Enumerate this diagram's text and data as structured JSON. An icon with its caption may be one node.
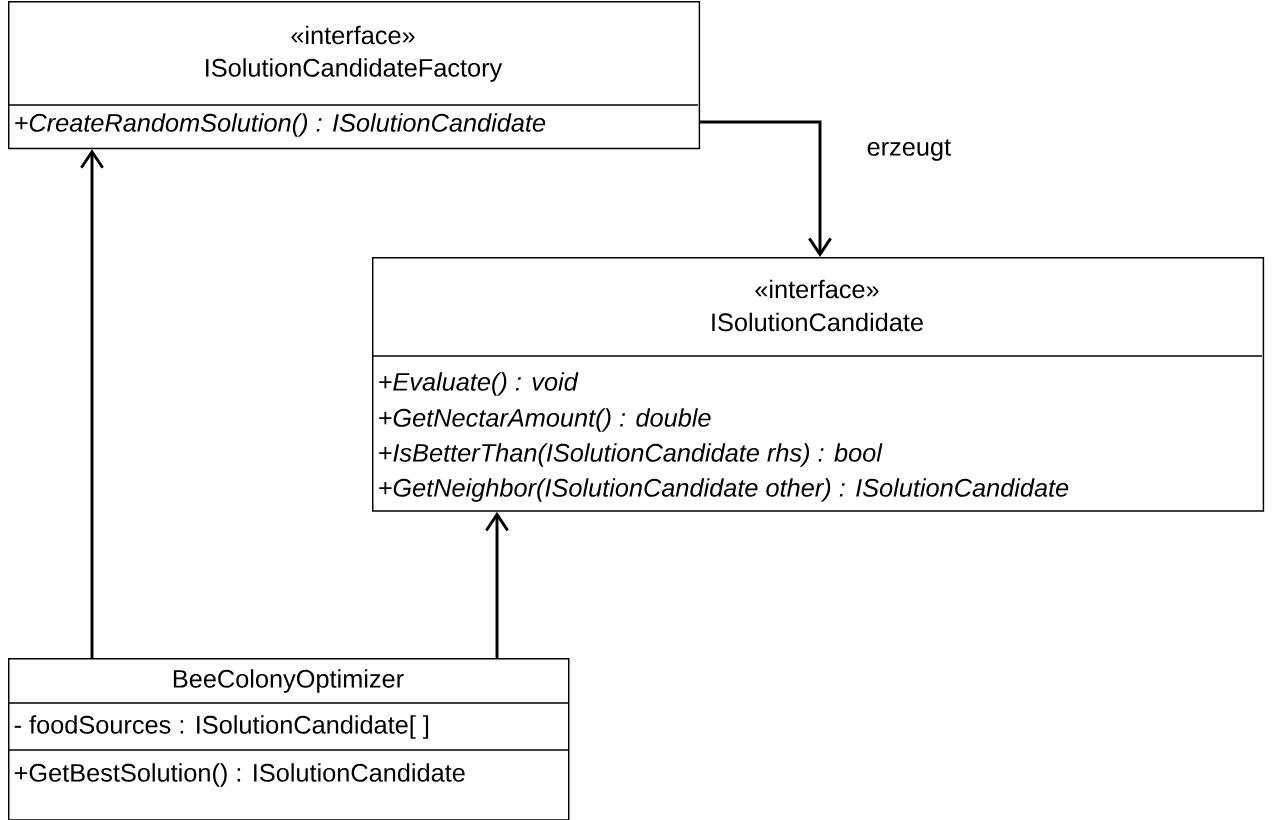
{
  "diagram": {
    "nodes": [
      {
        "text": [
          "«interface»",
          "ISolutionCandidateFactory",
          "+CreateRandomSolution() : ISolutionCandidate"
        ]
      },
      {
        "text": [
          "«interface»",
          "ISolutionCandidate",
          "+Evaluate() : void",
          "+GetNectarAmount() : double",
          "+IsBetterThan(ISolutionCandidate rhs) : bool",
          "+GetNeighbor(ISolutionCandidate other) : ISolutionCandidate"
        ]
      },
      {
        "text": [
          "BeeColonyOptimizer",
          "- foodSources : ISolutionCandidate[ ]",
          "+GetBestSolution() : ISolutionCandidate"
        ]
      }
    ],
    "edges": [
      {
        "from": 0,
        "to": 1,
        "arrow": "to",
        "label": "erzeugt"
      },
      {
        "from": 2,
        "to": 0,
        "arrow": "to"
      },
      {
        "from": 2,
        "to": 1,
        "arrow": "to"
      }
    ]
  }
}
